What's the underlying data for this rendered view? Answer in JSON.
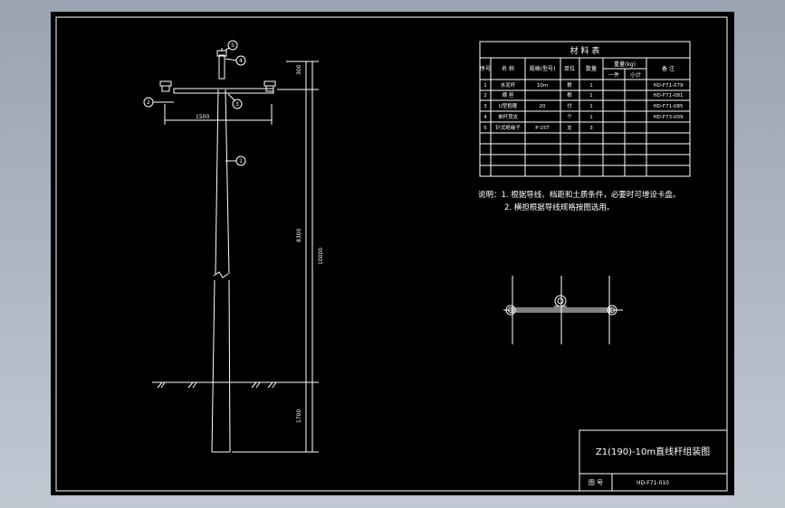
{
  "materials_table": {
    "title": "材  料  表",
    "headers": {
      "seq": "序号",
      "name": "名  称",
      "spec": "规格(型号)",
      "unit": "单位",
      "qty": "数量",
      "weight": "重量(kg)",
      "weight_single": "一件",
      "weight_subtotal": "小计",
      "remark": "备  注"
    },
    "rows": [
      {
        "seq": "1",
        "name": "水泥杆",
        "spec": "10m",
        "unit": "根",
        "qty": "1",
        "w1": "",
        "w2": "",
        "remark": "HD-F71-079"
      },
      {
        "seq": "2",
        "name": "横  担",
        "spec": "",
        "unit": "根",
        "qty": "1",
        "w1": "",
        "w2": "",
        "remark": "HD-F71-081"
      },
      {
        "seq": "3",
        "name": "U型抱箍",
        "spec": "20",
        "unit": "付",
        "qty": "1",
        "w1": "",
        "w2": "",
        "remark": "HD-F71-085"
      },
      {
        "seq": "4",
        "name": "单杆顶支",
        "spec": "",
        "unit": "个",
        "qty": "1",
        "w1": "",
        "w2": "",
        "remark": "HD-F73-009"
      },
      {
        "seq": "5",
        "name": "针式绝缘子",
        "spec": "P-15T",
        "unit": "支",
        "qty": "3",
        "w1": "",
        "w2": "",
        "remark": ""
      }
    ]
  },
  "notes": {
    "line1": "说明：1. 根据导线、档距和土质条件，必要时可增设卡盘。",
    "line2": "2. 横担根据导线规格按图选用。"
  },
  "title_block": {
    "title": "Z1(190)-10m直线杆组装图",
    "drawing_no_label": "图  号",
    "drawing_no": "HD-F71-010"
  },
  "dimensions": {
    "top": "300",
    "crossarm_width": "1500",
    "above_ground": "8300",
    "total_length": "10000",
    "below_ground": "1700"
  },
  "callouts": [
    "1",
    "2",
    "3",
    "4",
    "5"
  ],
  "colors": {
    "background": "#000000",
    "line": "#ffffff",
    "outer": "#aab2bf"
  }
}
